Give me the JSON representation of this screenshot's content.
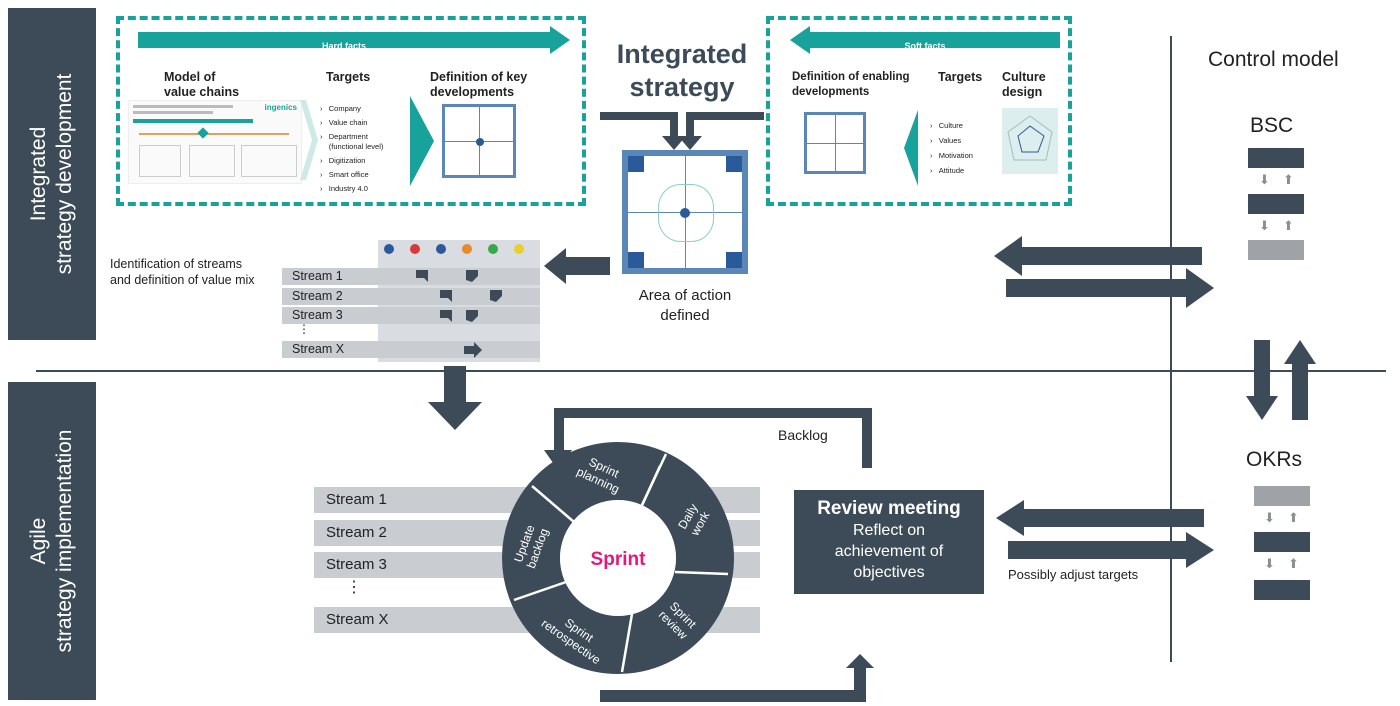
{
  "sidebar": {
    "top_label_line1": "Integrated",
    "top_label_line2": "strategy development",
    "bottom_label_line1": "Agile",
    "bottom_label_line2": "strategy implementation"
  },
  "hard_facts": {
    "banner": "Hard facts",
    "model_title": "Model of\nvalue chains",
    "targets_title": "Targets",
    "targets": [
      "Company",
      "Value chain",
      "Department (functional level)",
      "Digitization",
      "Smart office",
      "Industry 4.0"
    ],
    "key_dev_title": "Definition of key\ndevelopments",
    "logo_text": "ingenics"
  },
  "center": {
    "title": "Integrated\nstrategy",
    "area_label": "Area of action\ndefined"
  },
  "soft_facts": {
    "banner": "Soft facts",
    "enabling_title": "Definition of enabling\ndevelopments",
    "targets_title": "Targets",
    "targets": [
      "Culture",
      "Values",
      "Motivation",
      "Attitude"
    ],
    "culture_title": "Culture\ndesign"
  },
  "streams_top": {
    "caption": "Identification of streams\nand definition of value mix",
    "rows": [
      "Stream 1",
      "Stream 2",
      "Stream 3",
      "⋮",
      "Stream X"
    ]
  },
  "control": {
    "title": "Control model",
    "bsc": "BSC",
    "okrs": "OKRs"
  },
  "agile": {
    "streams": [
      "Stream 1",
      "Stream 2",
      "Stream 3",
      "⋮",
      "Stream X"
    ],
    "sprint": "Sprint",
    "segments": [
      "Sprint\nplanning",
      "Daily\nwork",
      "Sprint\nreview",
      "Sprint\nretrospective",
      "Update\nbacklog"
    ],
    "backlog": "Backlog",
    "review_title": "Review meeting",
    "review_body": "Reflect on\nachievement of\nobjectives",
    "adjust": "Possibly adjust targets"
  },
  "colors": {
    "dark": "#3d4b59",
    "teal": "#17a29b",
    "gray": "#c9ccd1",
    "magenta": "#e5177b"
  }
}
